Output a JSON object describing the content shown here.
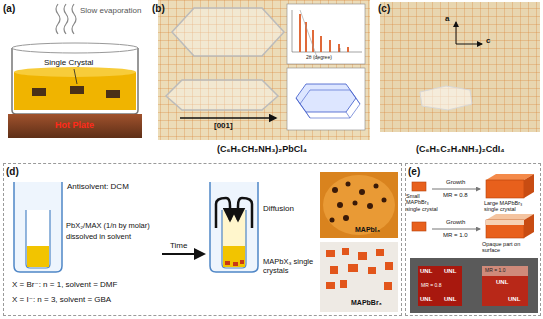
{
  "diagram": {
    "nodes": [
      {
        "text": [
          "(d)"
        ]
      },
      {
        "text": [
          "(e)"
        ]
      }
    ],
    "labels": [
      "(a)",
      "Slow evaporation",
      "Single Crystal",
      "Hot Plate",
      "(b)",
      "[001]",
      "2θ (degree)",
      "(C₆H₅CH₂NH₃)₂PbCl₄",
      "(c)",
      "a",
      "c",
      "(C₆H₅C₂H₄NH₃)₂CdI₄",
      "Antisolvent: DCM",
      "PbX₂/MAX (1/n by molar)",
      "dissolved in solvent",
      "Time",
      "Diffusion",
      "X = Br⁻: n = 1, solvent = DMF",
      "X = I⁻: n = 3, solvent = GBA",
      "MAPbX₃ single crystals",
      "MAPbI₃",
      "MAPbBr₃",
      "Small MAPbBr₃ single crystal",
      "Growth",
      "MR = 0.8",
      "Large MAPbBr₃ single crystal",
      "Growth",
      "MR = 1.0",
      "Opaque part on surface",
      "UNL",
      "UNL",
      "UNL",
      "UNL",
      "UNL",
      "UNL",
      "MR = 0.8",
      "MR = 1.0"
    ]
  }
}
